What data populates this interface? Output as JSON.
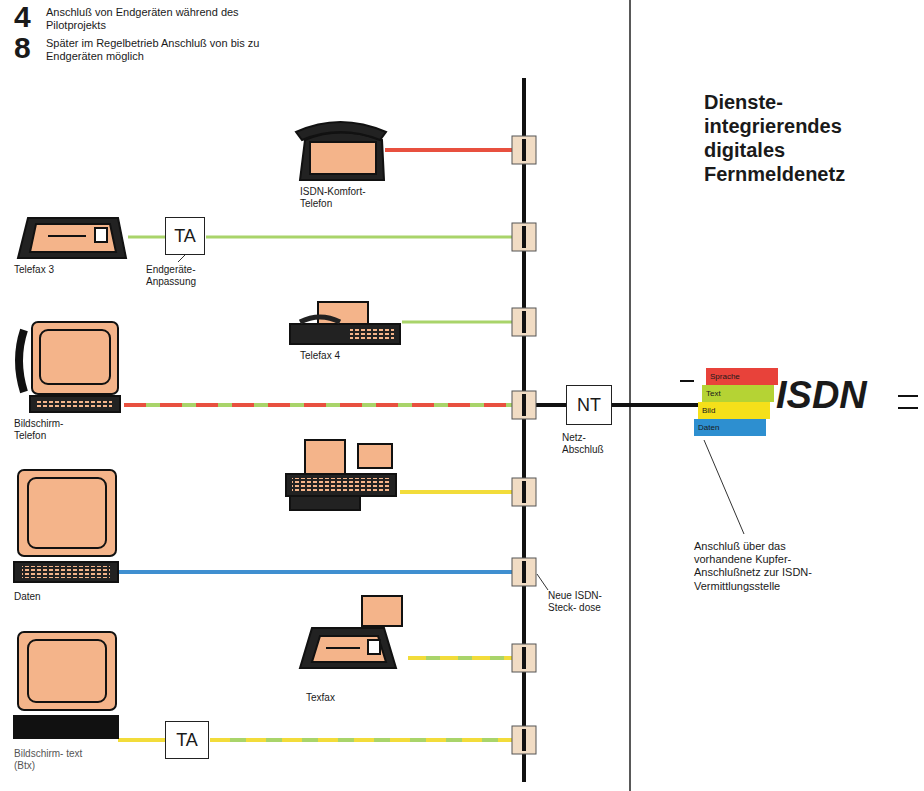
{
  "diagram": {
    "title": "Dienste- integrierendes digitales Fernmeldenetz",
    "nodes": [
      {
        "text": [
          "TA"
        ]
      },
      {
        "text": [
          "NT"
        ]
      },
      {
        "text": [
          "TA"
        ]
      },
      {
        "text": [
          "Sprache"
        ]
      },
      {
        "text": [
          "Text"
        ]
      },
      {
        "text": [
          "Bild"
        ]
      },
      {
        "text": [
          "Daten"
        ]
      }
    ],
    "edges": [
      {
        "from": 1,
        "to": 5,
        "arrow": "none"
      }
    ],
    "labels": [
      "4",
      "Anschluß von Endgeräten während des Pilotprojekts",
      "8",
      "Später im Regelbetrieb Anschluß von bis zu Endgeräten möglich",
      "ISDN-Komfort- Telefon",
      "Telefax 3",
      "Endgeräte- Anpassung",
      "Telefax 4",
      "Bildschirm- Telefon",
      "Netz- Abschluß",
      "Daten",
      "Neue ISDN- Steck- dose",
      "Texfax",
      "Bildschirm- text (Btx)",
      "ISDN",
      "Anschluß über das vorhandene Kupfer-Anschlußnetz zur ISDN-Vermittlungsstelle"
    ]
  }
}
